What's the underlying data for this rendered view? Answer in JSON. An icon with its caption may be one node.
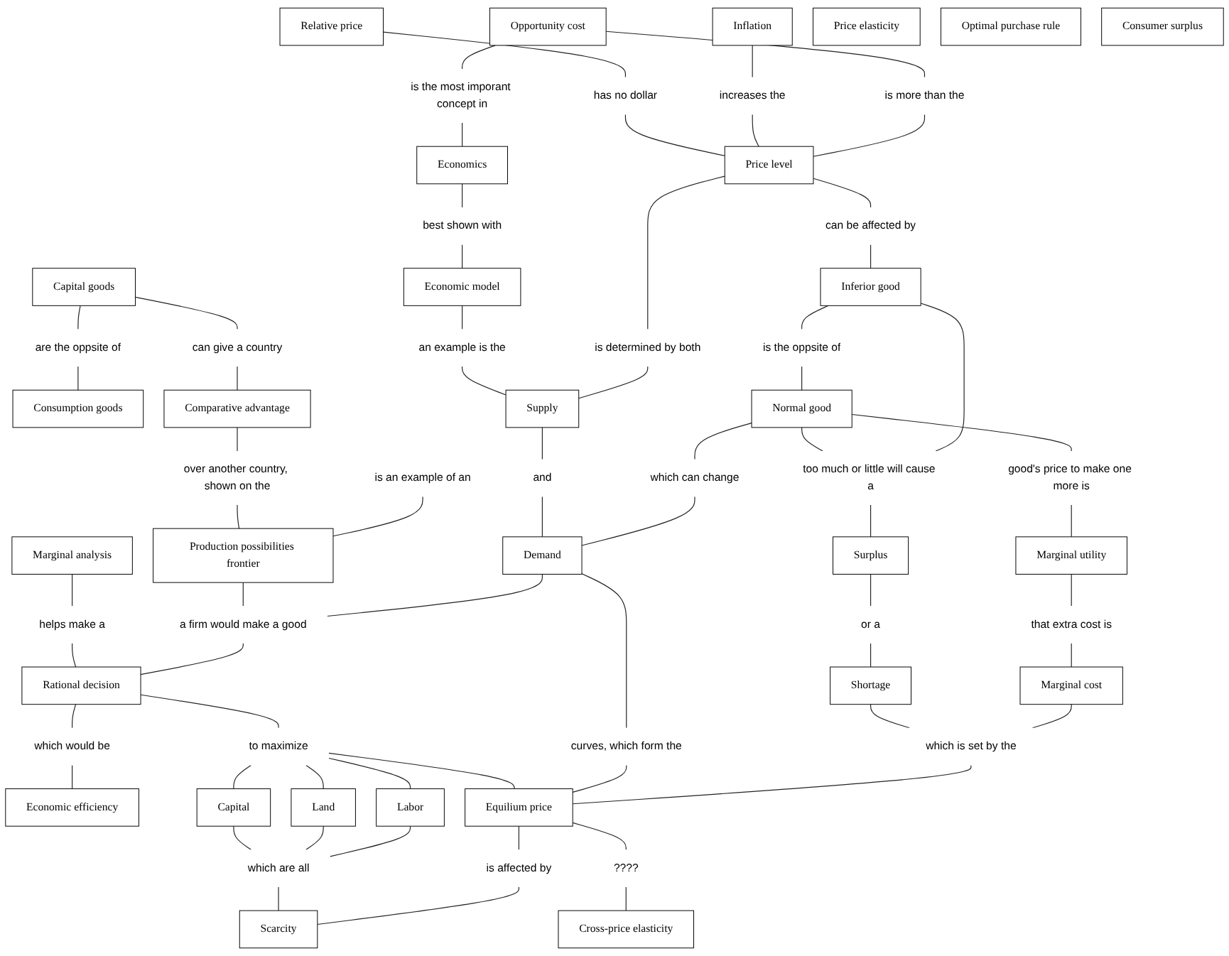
{
  "diagram": {
    "nodes": [
      {
        "text": [
          "Opportunity cost"
        ]
      },
      {
        "text": [
          "Economics"
        ]
      },
      {
        "text": [
          "Inflation"
        ]
      },
      {
        "text": [
          "Capital goods"
        ]
      },
      {
        "text": [
          "Relative price"
        ]
      },
      {
        "text": [
          "Consumption goods"
        ]
      },
      {
        "text": [
          "Price level"
        ]
      },
      {
        "text": [
          "Economic model"
        ]
      },
      {
        "text": [
          "Comparative advantage"
        ]
      },
      {
        "text": [
          "Inferior good"
        ]
      },
      {
        "text": [
          "Supply"
        ]
      },
      {
        "text": [
          "Production possibilities frontier"
        ]
      },
      {
        "text": [
          "Normal good"
        ]
      },
      {
        "text": [
          "Demand"
        ]
      },
      {
        "text": [
          "Marginal analysis"
        ]
      },
      {
        "text": [
          "Surplus"
        ]
      },
      {
        "text": [
          "Marginal utility"
        ]
      },
      {
        "text": [
          "Marginal cost"
        ]
      },
      {
        "text": [
          "Rational decision"
        ]
      },
      {
        "text": [
          "Economic efficiency"
        ]
      },
      {
        "text": [
          "Shortage"
        ]
      },
      {
        "text": [
          "Labor"
        ]
      },
      {
        "text": [
          "Land"
        ]
      },
      {
        "text": [
          "Capital"
        ]
      },
      {
        "text": [
          "Equilium price"
        ]
      },
      {
        "text": [
          "Scarcity"
        ]
      },
      {
        "text": [
          "Cross-price elasticity"
        ]
      },
      {
        "text": [
          "Price elasticity"
        ]
      },
      {
        "text": [
          "Optimal purchase rule"
        ]
      },
      {
        "text": [
          "Consumer surplus"
        ]
      },
      {
        "text": [
          "is more than the"
        ]
      },
      {
        "text": [
          "is the most imporant concept in"
        ]
      },
      {
        "text": [
          "increases the"
        ]
      },
      {
        "text": [
          "best shown with"
        ]
      },
      {
        "text": [
          "are the oppsite of"
        ]
      },
      {
        "text": [
          "can give a country"
        ]
      },
      {
        "text": [
          "has no dollar"
        ]
      },
      {
        "text": [
          "is determined by both"
        ]
      },
      {
        "text": [
          "is an example of an"
        ]
      },
      {
        "text": [
          "an example is the"
        ]
      },
      {
        "text": [
          "can be affected by"
        ]
      },
      {
        "text": [
          "is the oppsite of"
        ]
      },
      {
        "text": [
          "over another country, shown on the"
        ]
      },
      {
        "text": [
          "and"
        ]
      },
      {
        "text": [
          "too much or little will cause a"
        ]
      },
      {
        "text": [
          "which can change"
        ]
      },
      {
        "text": [
          "a firm would make a good"
        ]
      },
      {
        "text": [
          "good's price to make one more is"
        ]
      },
      {
        "text": [
          "helps make a"
        ]
      },
      {
        "text": [
          "or a"
        ]
      },
      {
        "text": [
          "which would be"
        ]
      },
      {
        "text": [
          "that extra cost is"
        ]
      },
      {
        "text": [
          "to maximize"
        ]
      },
      {
        "text": [
          "curves, which form the"
        ]
      },
      {
        "text": [
          "which is set by the"
        ]
      },
      {
        "text": [
          "is affected by"
        ]
      },
      {
        "text": [
          "which are all"
        ]
      },
      {
        "text": [
          "????"
        ]
      }
    ],
    "edges": [
      {
        "from": 0,
        "to": 30,
        "arrow": "none"
      },
      {
        "from": 30,
        "to": 6,
        "arrow": "none"
      },
      {
        "from": 0,
        "to": 31,
        "arrow": "none"
      },
      {
        "from": 31,
        "to": 1,
        "arrow": "none"
      },
      {
        "from": 2,
        "to": 32,
        "arrow": "none"
      },
      {
        "from": 32,
        "to": 6,
        "arrow": "none"
      },
      {
        "from": 4,
        "to": 36,
        "arrow": "none"
      },
      {
        "from": 36,
        "to": 6,
        "arrow": "none"
      },
      {
        "from": 6,
        "to": 37,
        "arrow": "none"
      },
      {
        "from": 37,
        "to": 10,
        "arrow": "none"
      },
      {
        "from": 1,
        "to": 33,
        "arrow": "none"
      },
      {
        "from": 33,
        "to": 7,
        "arrow": "none"
      },
      {
        "from": 7,
        "to": 39,
        "arrow": "none"
      },
      {
        "from": 39,
        "to": 10,
        "arrow": "none"
      },
      {
        "from": 38,
        "to": 11,
        "arrow": "none"
      },
      {
        "from": 3,
        "to": 34,
        "arrow": "none"
      },
      {
        "from": 34,
        "to": 5,
        "arrow": "none"
      },
      {
        "from": 3,
        "to": 35,
        "arrow": "none"
      },
      {
        "from": 35,
        "to": 8,
        "arrow": "none"
      },
      {
        "from": 8,
        "to": 42,
        "arrow": "none"
      },
      {
        "from": 42,
        "to": 11,
        "arrow": "none"
      },
      {
        "from": 6,
        "to": 40,
        "arrow": "none"
      },
      {
        "from": 40,
        "to": 9,
        "arrow": "none"
      },
      {
        "from": 9,
        "to": 41,
        "arrow": "none"
      },
      {
        "from": 41,
        "to": 12,
        "arrow": "none"
      },
      {
        "from": 9,
        "to": 44,
        "arrow": "none"
      },
      {
        "from": 12,
        "to": 44,
        "arrow": "none"
      },
      {
        "from": 44,
        "to": 15,
        "arrow": "none"
      },
      {
        "from": 15,
        "to": 49,
        "arrow": "none"
      },
      {
        "from": 49,
        "to": 20,
        "arrow": "none"
      },
      {
        "from": 12,
        "to": 47,
        "arrow": "none"
      },
      {
        "from": 47,
        "to": 16,
        "arrow": "none"
      },
      {
        "from": 12,
        "to": 45,
        "arrow": "none"
      },
      {
        "from": 45,
        "to": 13,
        "arrow": "none"
      },
      {
        "from": 10,
        "to": 43,
        "arrow": "none"
      },
      {
        "from": 43,
        "to": 13,
        "arrow": "none"
      },
      {
        "from": 13,
        "to": 46,
        "arrow": "none"
      },
      {
        "from": 11,
        "to": 46,
        "arrow": "none"
      },
      {
        "from": 46,
        "to": 18,
        "arrow": "none"
      },
      {
        "from": 14,
        "to": 48,
        "arrow": "none"
      },
      {
        "from": 48,
        "to": 18,
        "arrow": "none"
      },
      {
        "from": 18,
        "to": 50,
        "arrow": "none"
      },
      {
        "from": 50,
        "to": 19,
        "arrow": "none"
      },
      {
        "from": 16,
        "to": 51,
        "arrow": "none"
      },
      {
        "from": 51,
        "to": 17,
        "arrow": "none"
      },
      {
        "from": 17,
        "to": 54,
        "arrow": "none"
      },
      {
        "from": 20,
        "to": 54,
        "arrow": "none"
      },
      {
        "from": 54,
        "to": 24,
        "arrow": "none"
      },
      {
        "from": 13,
        "to": 53,
        "arrow": "none"
      },
      {
        "from": 53,
        "to": 24,
        "arrow": "none"
      },
      {
        "from": 18,
        "to": 52,
        "arrow": "none"
      },
      {
        "from": 52,
        "to": 24,
        "arrow": "none"
      },
      {
        "from": 52,
        "to": 23,
        "arrow": "none"
      },
      {
        "from": 52,
        "to": 22,
        "arrow": "none"
      },
      {
        "from": 52,
        "to": 21,
        "arrow": "none"
      },
      {
        "from": 24,
        "to": 55,
        "arrow": "none"
      },
      {
        "from": 55,
        "to": 25,
        "arrow": "none"
      },
      {
        "from": 21,
        "to": 56,
        "arrow": "none"
      },
      {
        "from": 22,
        "to": 56,
        "arrow": "none"
      },
      {
        "from": 23,
        "to": 56,
        "arrow": "none"
      },
      {
        "from": 56,
        "to": 25,
        "arrow": "none"
      },
      {
        "from": 24,
        "to": 57,
        "arrow": "none"
      },
      {
        "from": 57,
        "to": 26,
        "arrow": "none"
      }
    ]
  }
}
